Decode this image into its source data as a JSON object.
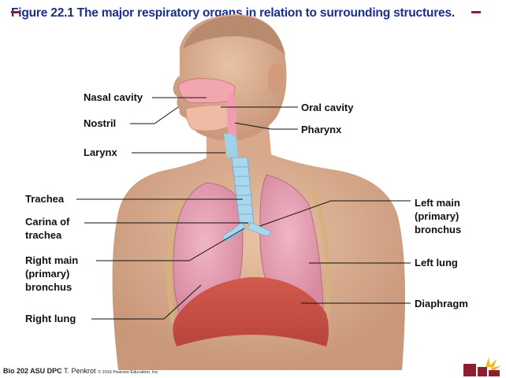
{
  "figure": {
    "title": "Figure 22.1 The major respiratory organs in relation to surrounding structures.",
    "colors": {
      "title": "#1a2f8c",
      "accent": "#8e1f2f"
    },
    "labels": {
      "nasal_cavity": "Nasal cavity",
      "nostril": "Nostril",
      "larynx": "Larynx",
      "oral_cavity": "Oral cavity",
      "pharynx": "Pharynx",
      "trachea": "Trachea",
      "carina_line1": "Carina of",
      "carina_line2": "trachea",
      "right_main_line1": "Right main",
      "right_main_line2": "(primary)",
      "right_main_line3": "bronchus",
      "right_lung": "Right lung",
      "left_main_line1": "Left main",
      "left_main_line2": "(primary)",
      "left_main_line3": "bronchus",
      "left_lung": "Left lung",
      "diaphragm": "Diaphragm"
    }
  },
  "footer": {
    "course": "Bio 202  ASU DPC",
    "author": "T. Penkrot",
    "copyright": "© 2016 Pearson Education, Inc."
  }
}
